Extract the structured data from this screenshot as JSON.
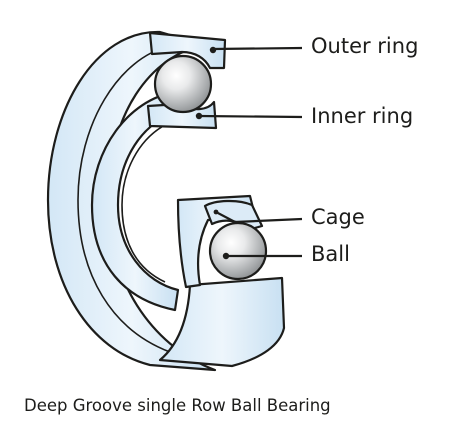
{
  "labels": {
    "outer_ring": "Outer ring",
    "inner_ring": "Inner ring",
    "cage": "Cage",
    "ball": "Ball"
  },
  "caption": "Deep Groove single Row Ball Bearing",
  "colors": {
    "outline": "#1d1d1b",
    "steel_light": "#e6f2fb",
    "steel_mid": "#cfe4f4",
    "steel_dark": "#b5d3ec",
    "ball_highlight": "#ffffff",
    "ball_shade": "#9fa2a4"
  }
}
